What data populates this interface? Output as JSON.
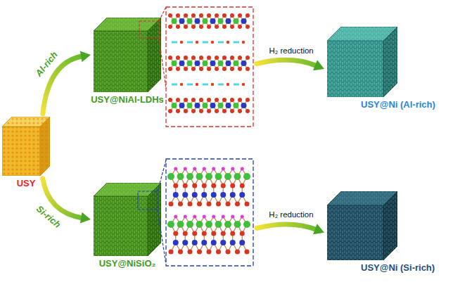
{
  "diagram": {
    "nodes": [
      {
        "text": [
          "USY"
        ]
      },
      {
        "text": [
          "USY@NiAl-LDHs"
        ]
      },
      {
        "text": [
          "USY@Ni (Al-rich)"
        ]
      },
      {
        "text": [
          "USY@NiSiO₂"
        ]
      },
      {
        "text": [
          "USY@Ni (Si-rich)"
        ]
      }
    ],
    "edges": [
      {
        "from": 0,
        "to": 1,
        "arrow": "to",
        "label": "Al-rich"
      },
      {
        "from": 1,
        "to": 2,
        "arrow": "to",
        "label": "H₂ reduction"
      },
      {
        "from": 0,
        "to": 3,
        "arrow": "to",
        "label": "Si-rich"
      },
      {
        "from": 3,
        "to": 4,
        "arrow": "to",
        "label": "H₂ reduction"
      }
    ]
  }
}
